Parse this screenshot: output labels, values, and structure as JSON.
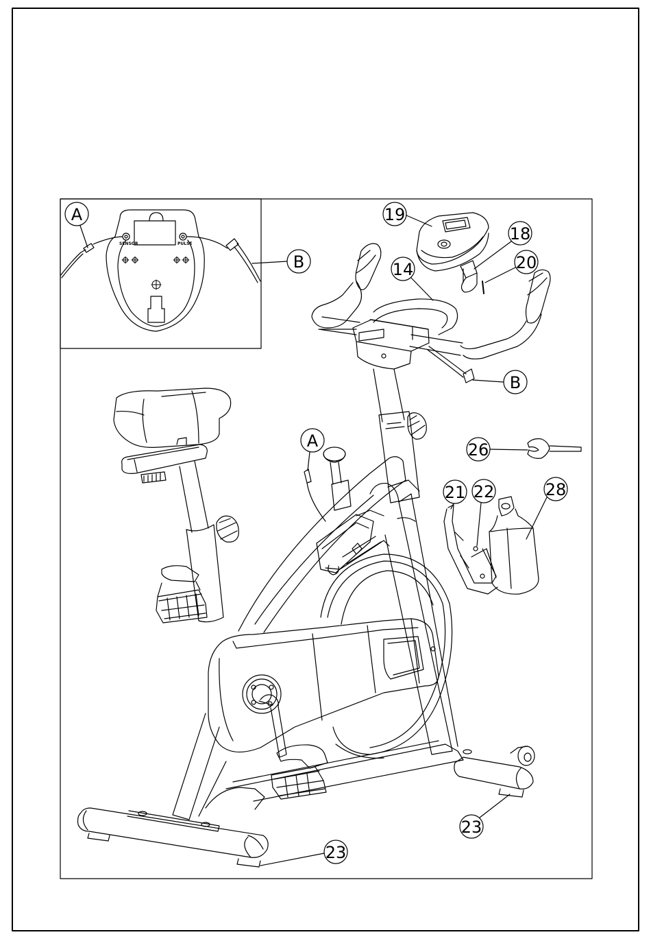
{
  "diagram": {
    "callouts": {
      "inset_a": "A",
      "inset_b": "B",
      "p19": "19",
      "p18": "18",
      "p20": "20",
      "p14": "14",
      "b_main": "B",
      "a_main": "A",
      "p26": "26",
      "p21": "21",
      "p22": "22",
      "p28": "28",
      "p23_right": "23",
      "p23_bottom": "23"
    },
    "console_labels": {
      "sensor": "SENSOR",
      "pulse": "PULSE"
    }
  }
}
